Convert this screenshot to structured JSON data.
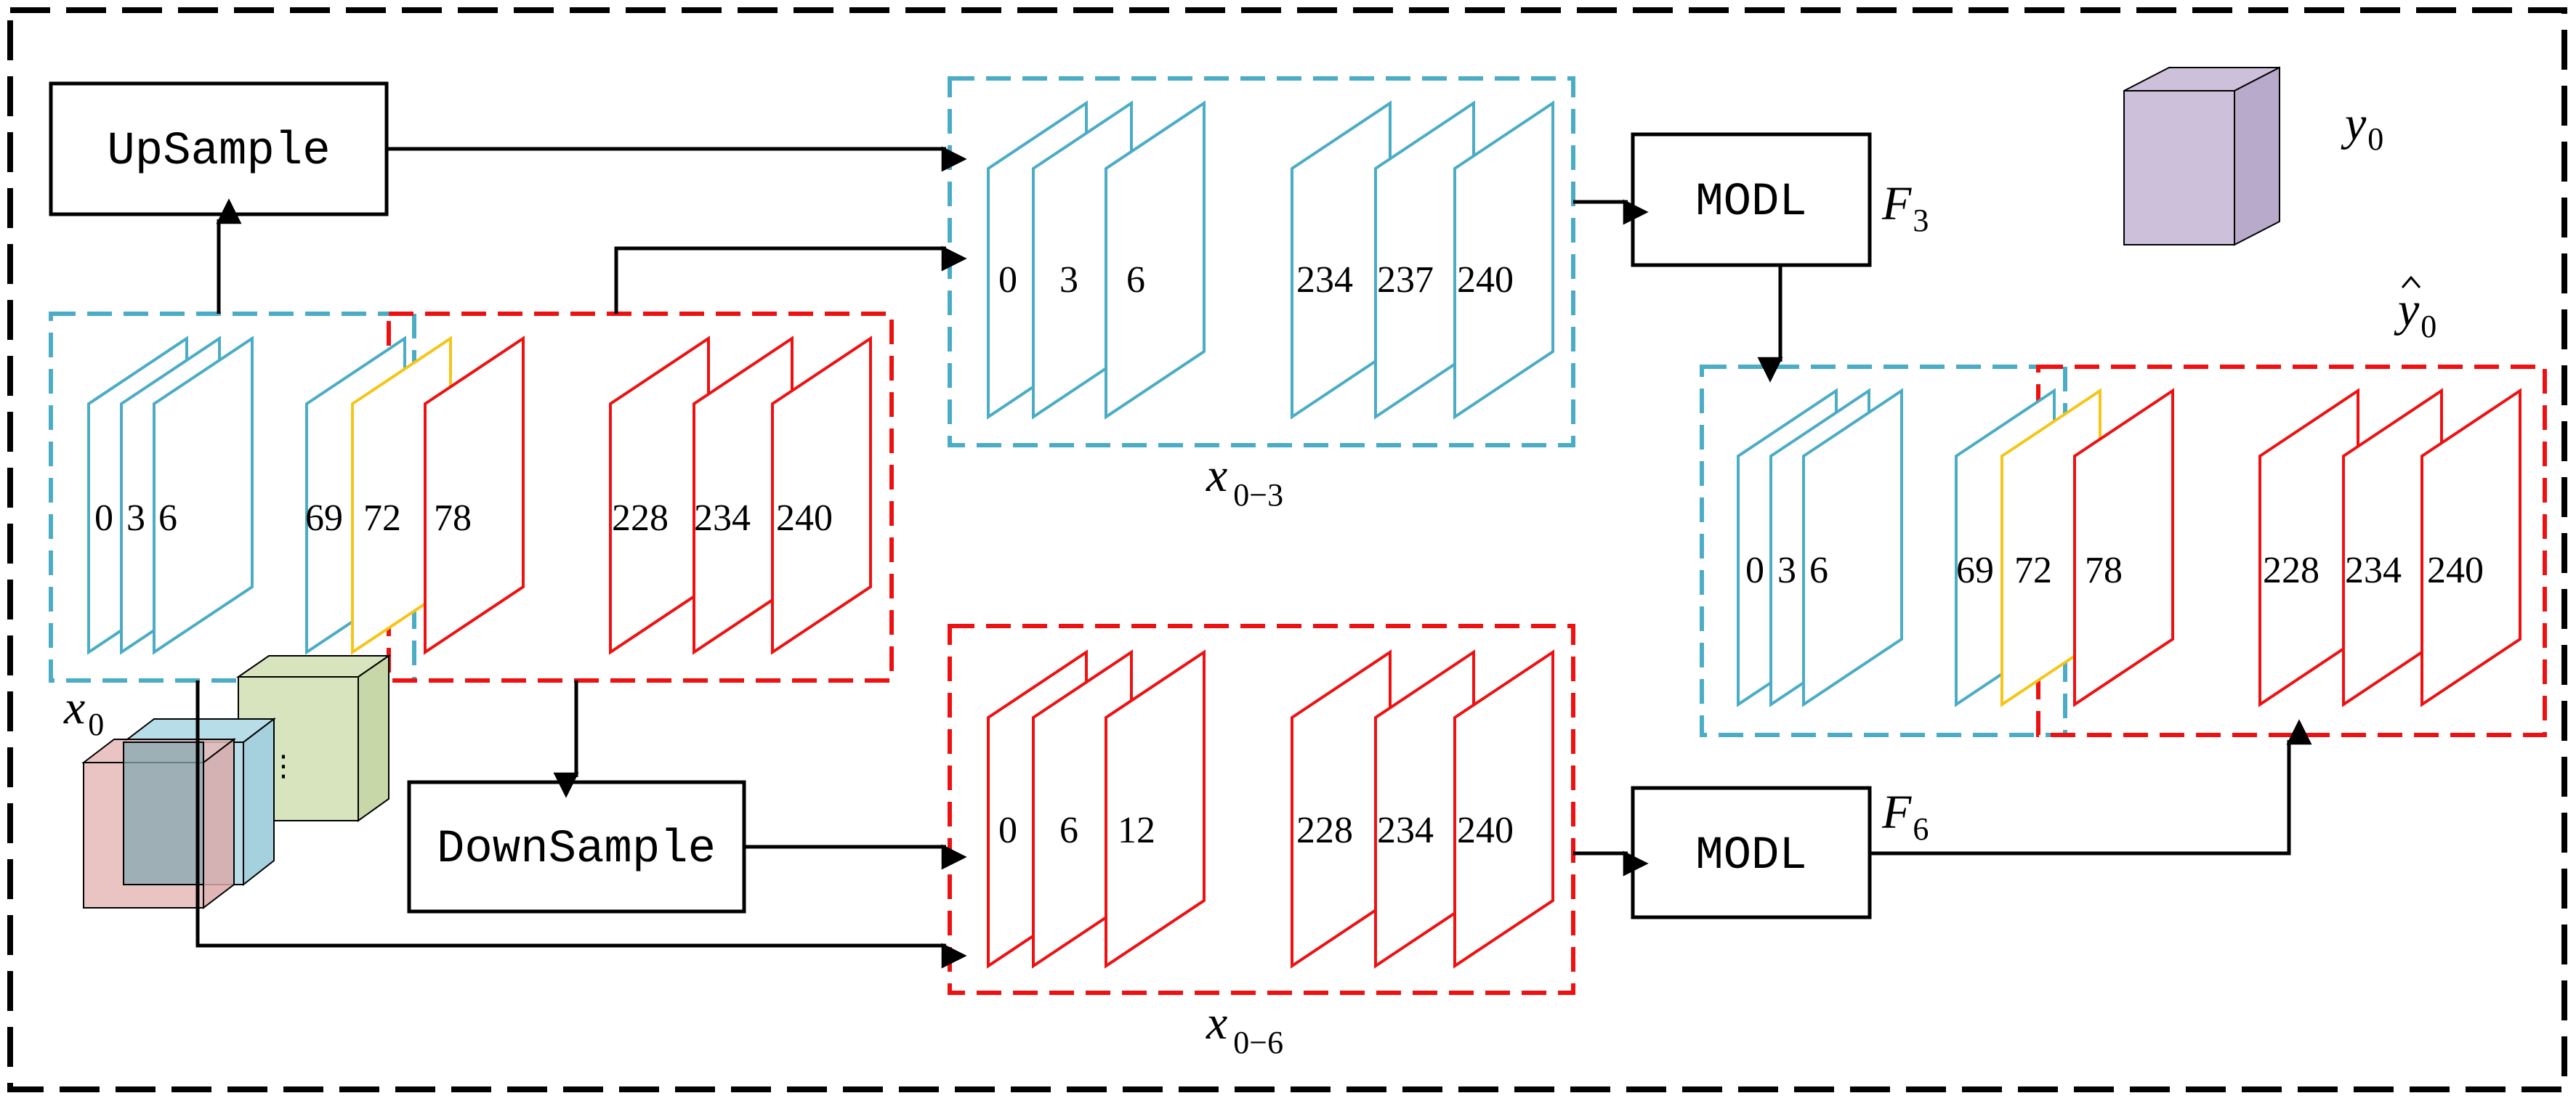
{
  "blocks": {
    "upsample": "UpSample",
    "downsample": "DownSample",
    "modl_top": "MODL",
    "modl_bottom": "MODL"
  },
  "input_stack": {
    "slices": [
      "0",
      "3",
      "6",
      "69",
      "72",
      "78",
      "228",
      "234",
      "240"
    ],
    "var": "x",
    "sub": "0"
  },
  "x03_stack": {
    "slices": [
      "0",
      "3",
      "6",
      "234",
      "237",
      "240"
    ],
    "var": "x",
    "sub": "0−3"
  },
  "x06_stack": {
    "slices": [
      "0",
      "6",
      "12",
      "228",
      "234",
      "240"
    ],
    "var": "x",
    "sub": "0−6"
  },
  "output_stack": {
    "slices": [
      "0",
      "3",
      "6",
      "69",
      "72",
      "78",
      "228",
      "234",
      "240"
    ],
    "var": "y",
    "sub": "0"
  },
  "legend": {
    "var": "y",
    "sub": "0"
  },
  "operators": {
    "f3_var": "F",
    "f3_sub": "3",
    "f6_var": "F",
    "f6_sub": "6"
  },
  "ellipsis": "⋮",
  "colors": {
    "blue": "#4bacc6",
    "red": "#ee1111",
    "yellow": "#f5c518",
    "cube_purple": "#ccc0da",
    "cube_red": "#e6b9b8",
    "cube_blue": "#b7dde8",
    "cube_green": "#d7e4bd"
  }
}
